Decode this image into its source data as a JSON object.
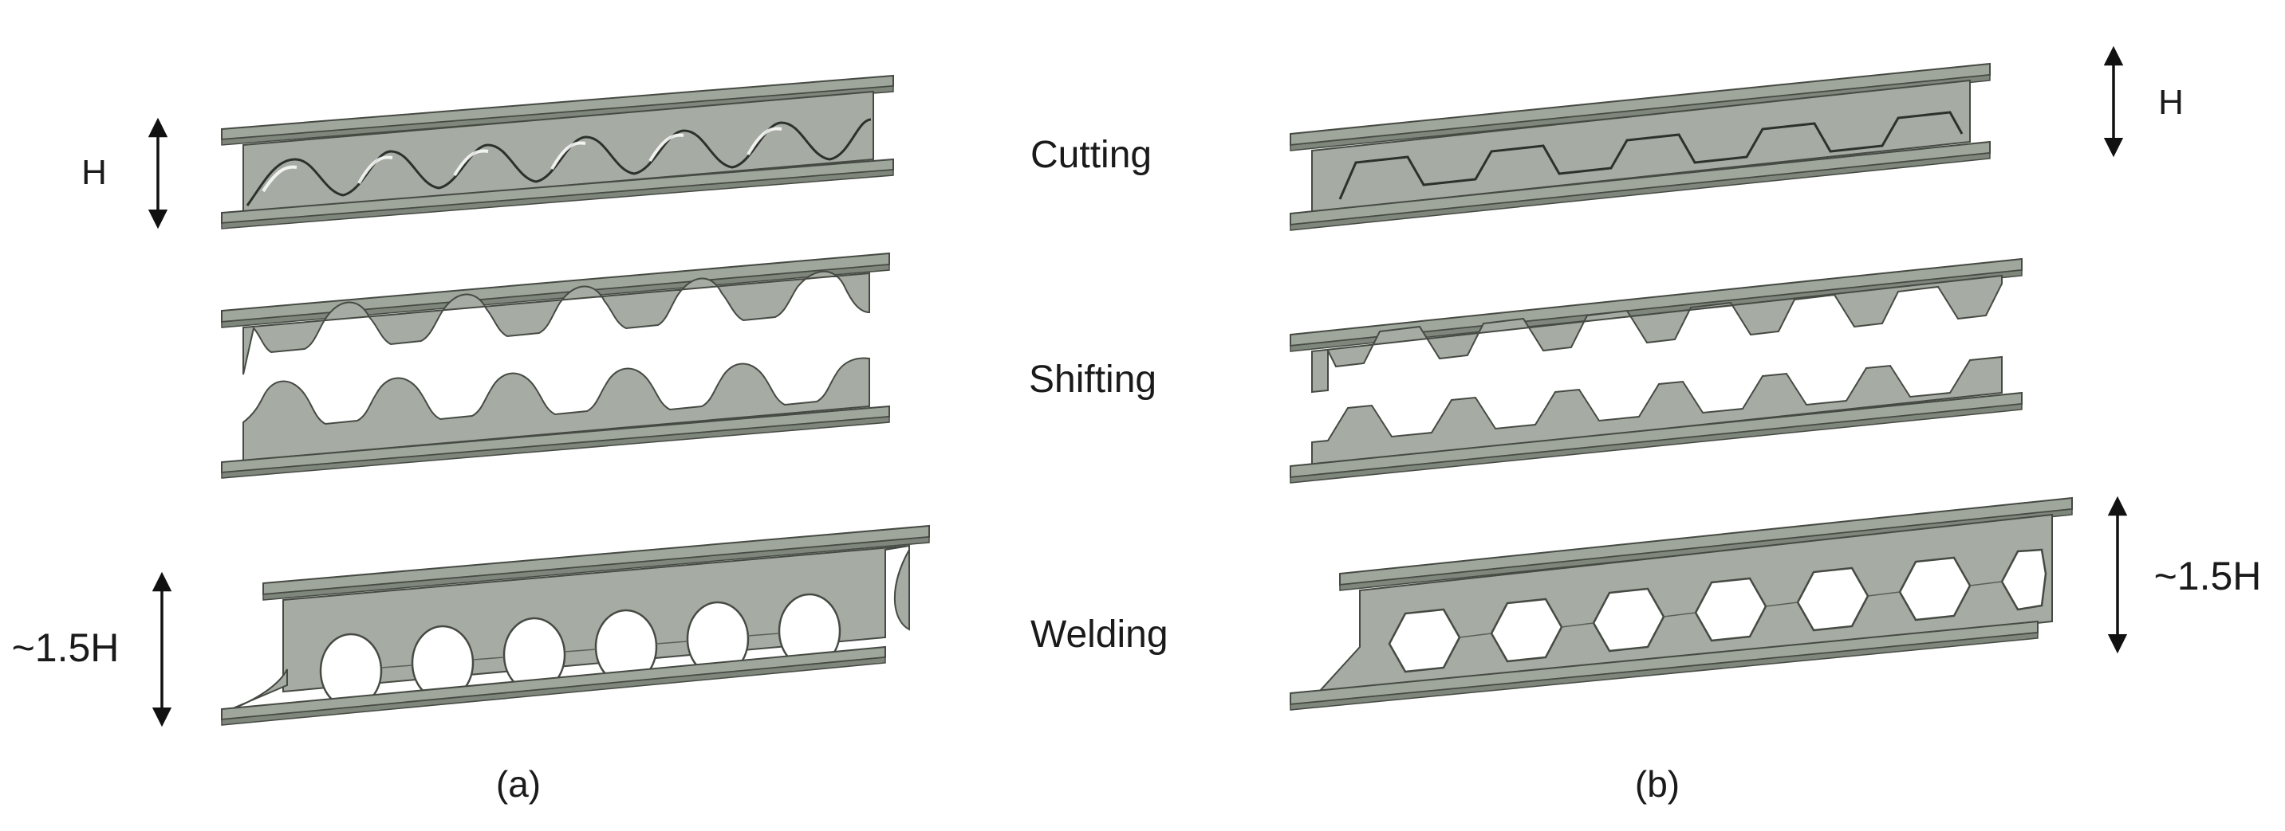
{
  "stages": {
    "cutting": "Cutting",
    "shifting": "Shifting",
    "welding": "Welding"
  },
  "dimensions": {
    "original_height": "H",
    "expanded_height": "~1.5H"
  },
  "panels": {
    "left": {
      "caption": "(a)",
      "opening_shape": "circular",
      "openings_per_beam": 6
    },
    "right": {
      "caption": "(b)",
      "opening_shape": "hexagonal",
      "openings_per_beam": 7
    }
  },
  "colors": {
    "web": "#a6aca3",
    "flange_top": "#9fa69c",
    "flange_edge": "#7f867c",
    "outline": "#454a43",
    "arrow": "#111111"
  }
}
